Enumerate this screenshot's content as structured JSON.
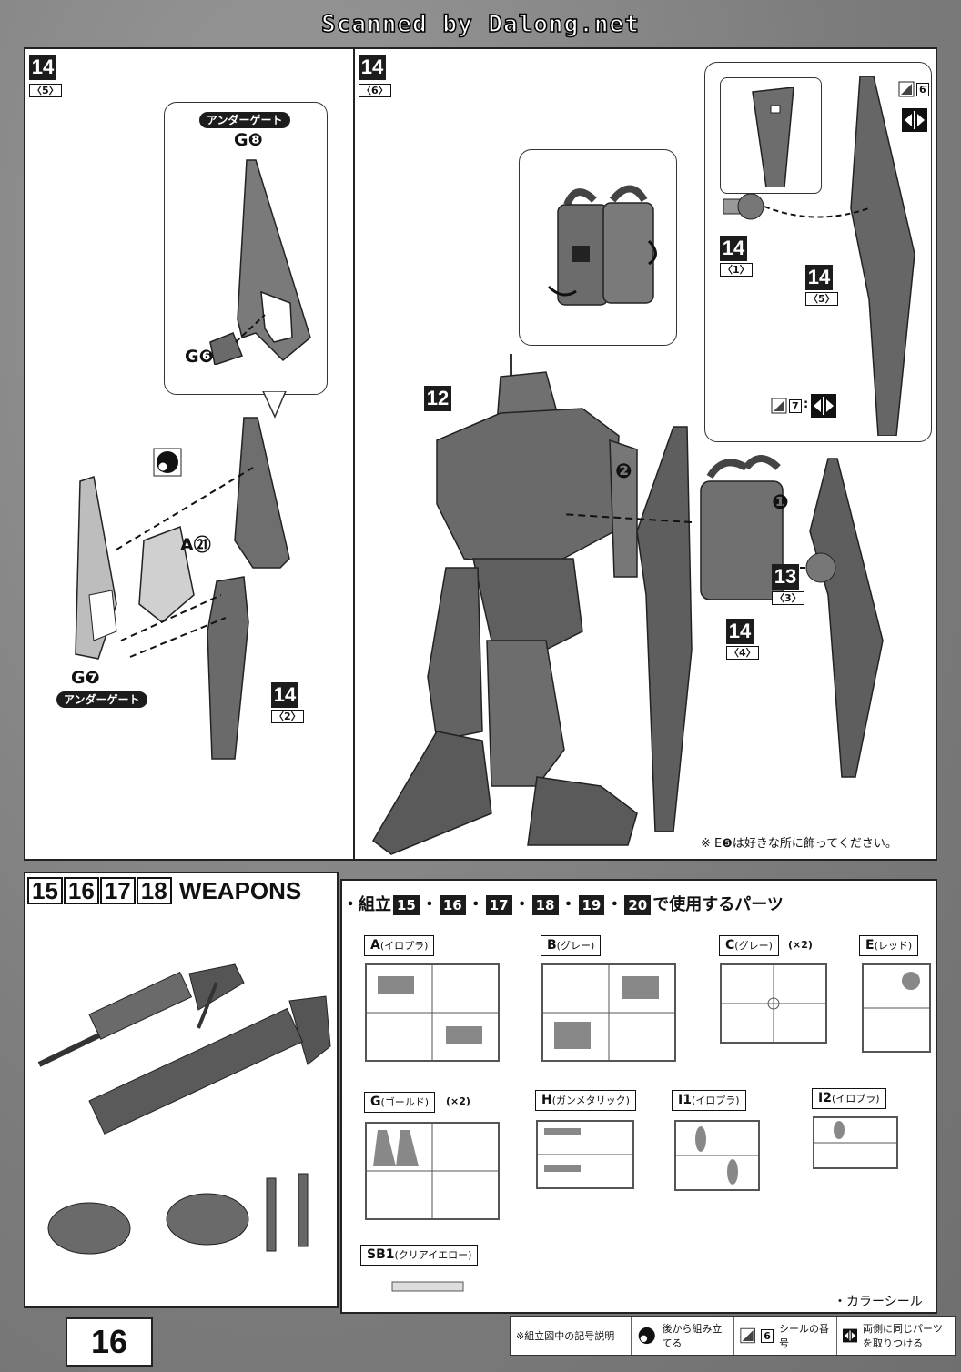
{
  "watermark": "Scanned by Dalong.net",
  "step_panel_left": {
    "step_number": "14",
    "step_sub": "〈5〉",
    "under_gate_top": "アンダーゲート",
    "part_g8": "G❽",
    "part_g6": "G❻",
    "part_a21": "A㉑",
    "part_g7": "G❼",
    "under_gate_bottom": "アンダーゲート",
    "ref_step": "14",
    "ref_sub": "〈2〉"
  },
  "step_panel_right": {
    "step_number": "14",
    "step_sub": "〈6〉",
    "ref_12": "12",
    "ref_13": "13",
    "ref_13_sub": "〈3〉",
    "ref_14_4": "14",
    "ref_14_4_sub": "〈4〉",
    "ref_14_1": "14",
    "ref_14_1_sub": "〈1〉",
    "ref_14_5": "14",
    "ref_14_5_sub": "〈5〉",
    "arrow_1": "❶",
    "arrow_2": "❷",
    "sticker_6": "6",
    "sticker_7": "7",
    "sticker_7_colon": ":",
    "footnote": "※ E❺は好きな所に飾ってください。"
  },
  "weapons": {
    "steps": [
      "15",
      "16",
      "17",
      "18"
    ],
    "title": "WEAPONS"
  },
  "parts_list": {
    "heading_prefix": "・組立",
    "heading_steps": [
      "15",
      "16",
      "17",
      "18",
      "19",
      "20"
    ],
    "heading_suffix": "で使用するパーツ",
    "runners": [
      {
        "code": "A",
        "color": "(イロプラ)",
        "qty": ""
      },
      {
        "code": "B",
        "color": "(グレー)",
        "qty": ""
      },
      {
        "code": "C",
        "color": "(グレー)",
        "qty": "(×2)"
      },
      {
        "code": "E",
        "color": "(レッド)",
        "qty": ""
      },
      {
        "code": "G",
        "color": "(ゴールド)",
        "qty": "(×2)"
      },
      {
        "code": "H",
        "color": "(ガンメタリック)",
        "qty": ""
      },
      {
        "code": "I1",
        "color": "(イロプラ)",
        "qty": ""
      },
      {
        "code": "I2",
        "color": "(イロプラ)",
        "qty": ""
      },
      {
        "code": "SB1",
        "color": "(クリアイエロー)",
        "qty": ""
      }
    ],
    "color_sticker": "・カラーシール"
  },
  "page_number": "16",
  "legend": {
    "title": "※組立図中の記号説明",
    "item1": "後から組み立てる",
    "item2_num": "6",
    "item2": "シールの番号",
    "item3": "両側に同じパーツを取りつける"
  }
}
